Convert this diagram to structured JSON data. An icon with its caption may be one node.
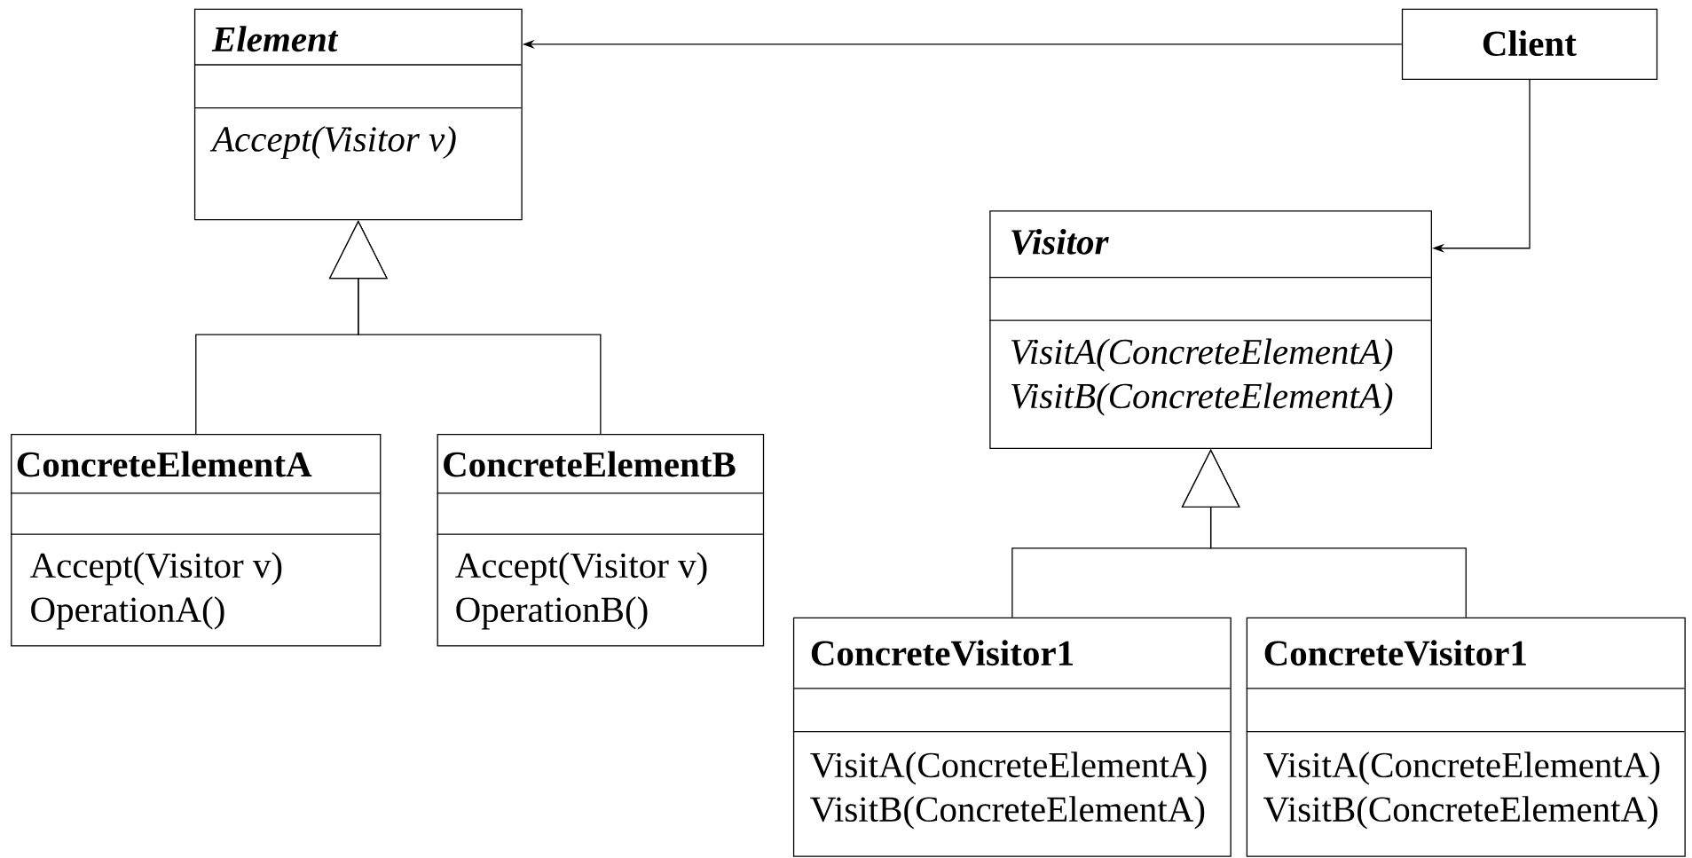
{
  "diagram": {
    "nodes": [
      {
        "text": [
          "Element",
          "Accept(Visitor v)"
        ]
      },
      {
        "text": [
          "Client"
        ]
      },
      {
        "text": [
          "Visitor",
          "VisitA(ConcreteElementA)",
          "VisitB(ConcreteElementA)"
        ]
      },
      {
        "text": [
          "ConcreteElementA",
          "Accept(Visitor v)",
          "OperationA()"
        ]
      },
      {
        "text": [
          "ConcreteElementB",
          "Accept(Visitor v)",
          "OperationB()"
        ]
      },
      {
        "text": [
          "ConcreteVisitor1",
          "VisitA(ConcreteElementA)",
          "VisitB(ConcreteElementA)"
        ]
      },
      {
        "text": [
          "ConcreteVisitor1",
          "VisitA(ConcreteElementA)",
          "VisitB(ConcreteElementA)"
        ]
      }
    ],
    "edges": [
      {
        "from": 1,
        "to": 0,
        "arrow": "to"
      },
      {
        "from": 1,
        "to": 2,
        "arrow": "to"
      },
      {
        "from": 3,
        "to": 0,
        "arrow": "to"
      },
      {
        "from": 4,
        "to": 0,
        "arrow": "to"
      },
      {
        "from": 5,
        "to": 2,
        "arrow": "to"
      },
      {
        "from": 6,
        "to": 2,
        "arrow": "to"
      }
    ]
  }
}
